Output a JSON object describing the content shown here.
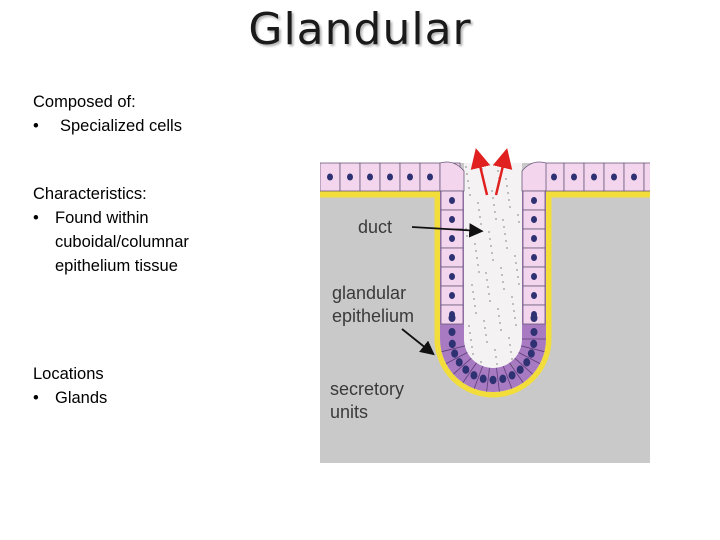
{
  "slide": {
    "title": "Glandular",
    "sections": [
      {
        "label": "Composed of:",
        "bullets": [
          "Specialized cells"
        ]
      },
      {
        "label": "Characteristics:",
        "bullets": [
          "Found within cuboidal/columnar epithelium tissue"
        ]
      },
      {
        "label": "Locations",
        "bullets": [
          "Glands"
        ]
      }
    ]
  },
  "diagram": {
    "labels": {
      "duct": "duct",
      "glandular_line1": "glandular",
      "glandular_line2": "epithelium",
      "secretory_line1": "secretory",
      "secretory_line2": "units"
    },
    "colors": {
      "background": "#c9c9ca",
      "cell_fill": "#f3d6ee",
      "secretory_cell_fill": "#a77ac2",
      "nucleus": "#2e3172",
      "basement_membrane": "#f2dd3a",
      "lumen": "#f4f2f2",
      "arrow_secretion": "#e0211f"
    }
  }
}
